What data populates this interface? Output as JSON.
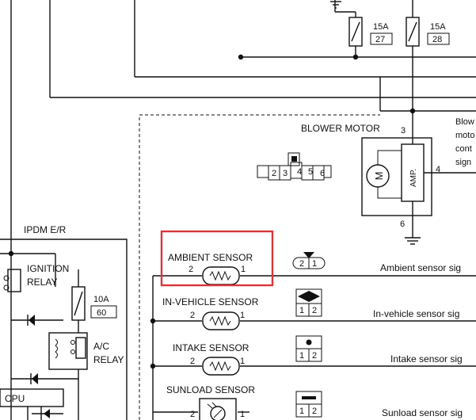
{
  "fuses": [
    {
      "rating": "15A",
      "number": "27"
    },
    {
      "rating": "15A",
      "number": "28"
    },
    {
      "rating": "10A",
      "number": "60"
    }
  ],
  "blower_motor": {
    "title": "BLOWER MOTOR",
    "pin_top": "3",
    "pin_right": "4",
    "pin_bottom": "6",
    "motor_symbol": "M",
    "amp_label": "AMP.",
    "side_note": [
      "Blow",
      "moto",
      "cont",
      "sign"
    ]
  },
  "blower_connector_pins": [
    "2",
    "3",
    "4",
    "5",
    "6"
  ],
  "ipdm": {
    "title": "IPDM E/R",
    "ignition_relay": [
      "IGNITION",
      "RELAY"
    ],
    "ac_relay": [
      "A/C",
      "RELAY"
    ],
    "cpu_label": "CPU"
  },
  "sensors": [
    {
      "name": "AMBIENT SENSOR",
      "pin_left": "2",
      "pin_right": "1",
      "signal": "Ambient sensor sig",
      "connector_pins": [
        "2",
        "1"
      ]
    },
    {
      "name": "IN-VEHICLE SENSOR",
      "pin_left": "2",
      "pin_right": "1",
      "signal": "In-vehicle sensor sig",
      "connector_pins": [
        "1",
        "2"
      ]
    },
    {
      "name": "INTAKE SENSOR",
      "pin_left": "2",
      "pin_right": "1",
      "signal": "Intake sensor sig",
      "connector_pins": [
        "1",
        "2"
      ]
    },
    {
      "name": "SUNLOAD SENSOR",
      "pin_left": "2",
      "pin_right": "1",
      "signal": "Sunload sensor sig",
      "connector_pins": [
        "1",
        "2"
      ]
    }
  ],
  "colors": {
    "line": "#111111",
    "highlight": "#d9363a"
  }
}
